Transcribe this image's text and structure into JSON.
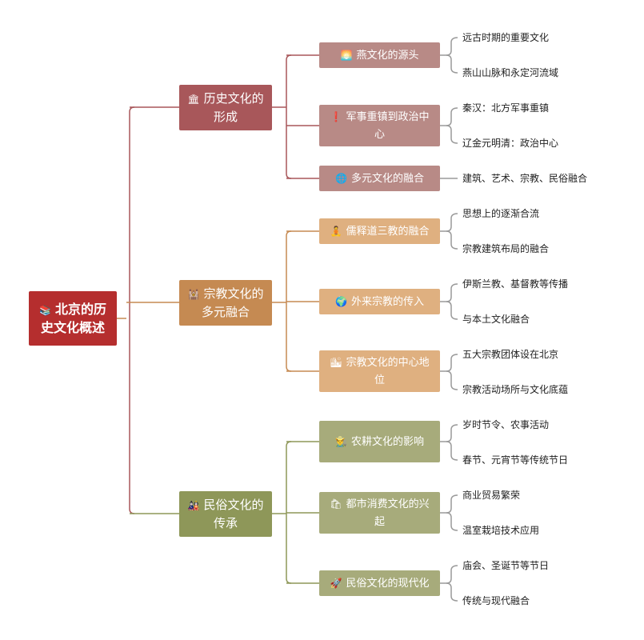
{
  "root": {
    "icon": "📚",
    "label": "北京的历史文化概述",
    "color": "#b52e2e"
  },
  "branches": [
    {
      "icon": "🏛",
      "label": "历史文化的形成",
      "color": "#a8575a",
      "child_color": "#b88a86",
      "line_color": "#a8575a",
      "children": [
        {
          "icon": "🌅",
          "label": "燕文化的源头",
          "leaves": [
            "远古时期的重要文化",
            "燕山山脉和永定河流域"
          ]
        },
        {
          "icon": "❗",
          "label": "军事重镇到政治中心",
          "leaves": [
            "秦汉：北方军事重镇",
            "辽金元明清：政治中心"
          ]
        },
        {
          "icon": "🌐",
          "label": "多元文化的融合",
          "leaves": [
            "建筑、艺术、宗教、民俗融合"
          ]
        }
      ]
    },
    {
      "icon": "🕍",
      "label": "宗教文化的多元融合",
      "color": "#c58a52",
      "child_color": "#dfb080",
      "line_color": "#c58a52",
      "children": [
        {
          "icon": "🧘",
          "label": "儒释道三教的融合",
          "leaves": [
            "思想上的逐渐合流",
            "宗教建筑布局的融合"
          ]
        },
        {
          "icon": "🌍",
          "label": "外来宗教的传入",
          "leaves": [
            "伊斯兰教、基督教等传播",
            "与本土文化融合"
          ]
        },
        {
          "icon": "🏙",
          "label": "宗教文化的中心地位",
          "leaves": [
            "五大宗教团体设在北京",
            "宗教活动场所与文化底蕴"
          ]
        }
      ]
    },
    {
      "icon": "🎎",
      "label": "民俗文化的传承",
      "color": "#8e9759",
      "child_color": "#a7ab7b",
      "line_color": "#8e9759",
      "children": [
        {
          "icon": "👨‍🌾",
          "label": "农耕文化的影响",
          "leaves": [
            "岁时节令、农事活动",
            "春节、元宵节等传统节日"
          ]
        },
        {
          "icon": "🛍",
          "label": "都市消费文化的兴起",
          "leaves": [
            "商业贸易繁荣",
            "温室栽培技术应用"
          ]
        },
        {
          "icon": "🚀",
          "label": "民俗文化的现代化",
          "leaves": [
            "庙会、圣诞节等节日",
            "传统与现代融合"
          ]
        }
      ]
    }
  ]
}
